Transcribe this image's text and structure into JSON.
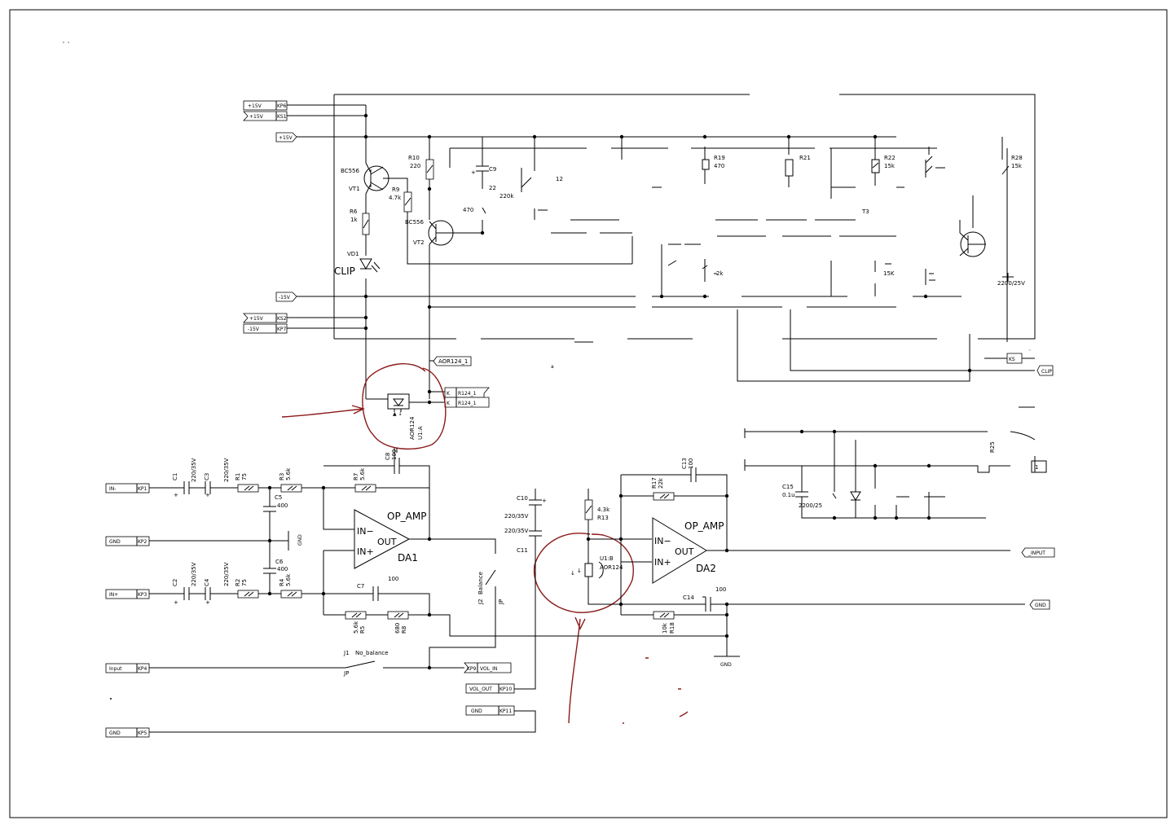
{
  "power_connectors": [
    {
      "net": "+15V",
      "ref": "KP6"
    },
    {
      "net": "+15V",
      "ref": "KS1"
    },
    {
      "net": "+15V",
      "ref": ""
    },
    {
      "net": "-15V",
      "ref": ""
    },
    {
      "net": "+15V",
      "ref": "KS2"
    },
    {
      "net": "-15V",
      "ref": "KP7"
    }
  ],
  "input_connectors": [
    {
      "net": "IN-",
      "ref": "KP1"
    },
    {
      "net": "GND",
      "ref": "KP2"
    },
    {
      "net": "IN+",
      "ref": "KP3"
    },
    {
      "net": "Input",
      "ref": "KP4"
    },
    {
      "net": "GND",
      "ref": "KP5"
    }
  ],
  "vol_connectors": [
    {
      "net": "VOL_IN",
      "ref": "KP9"
    },
    {
      "net": "VOL_OUT",
      "ref": "KP10"
    },
    {
      "net": "GND",
      "ref": "KP11"
    }
  ],
  "transistors": [
    {
      "ref": "VT1",
      "part": "BC556"
    },
    {
      "ref": "VT2",
      "part": "BC556"
    }
  ],
  "led": {
    "ref": "VD1",
    "label": "CLIP"
  },
  "resistors": [
    {
      "ref": "R10",
      "value": "220"
    },
    {
      "ref": "R6",
      "value": "1k"
    },
    {
      "ref": "R9",
      "value": "4.7k"
    },
    {
      "ref": "R19",
      "value": "470"
    },
    {
      "ref": "R21",
      "value": ""
    },
    {
      "ref": "R22",
      "value": "15k"
    },
    {
      "ref": "R28",
      "value": "15k"
    },
    {
      "ref": "R1",
      "value": "75"
    },
    {
      "ref": "R3",
      "value": "5.6k"
    },
    {
      "ref": "R7",
      "value": "5.6k"
    },
    {
      "ref": "R2",
      "value": "75"
    },
    {
      "ref": "R4",
      "value": "5.6k"
    },
    {
      "ref": "R5",
      "value": "5.6k"
    },
    {
      "ref": "R8",
      "value": "680"
    },
    {
      "ref": "R13",
      "value": "4.3k"
    },
    {
      "ref": "R17",
      "value": "22k"
    },
    {
      "ref": "R18",
      "value": "10k"
    },
    {
      "ref": "R25",
      "value": ""
    }
  ],
  "capacitors": [
    {
      "ref": "C9",
      "value": "22"
    },
    {
      "ref": "C1",
      "value": "220/35V"
    },
    {
      "ref": "C3",
      "value": "220/35V"
    },
    {
      "ref": "C5",
      "value": "400"
    },
    {
      "ref": "C6",
      "value": "400"
    },
    {
      "ref": "C2",
      "value": "220/35V"
    },
    {
      "ref": "C4",
      "value": "220/35V"
    },
    {
      "ref": "C7",
      "value": "100"
    },
    {
      "ref": "C8",
      "value": "100"
    },
    {
      "ref": "C10",
      "value": "220/35V"
    },
    {
      "ref": "C11",
      "value": "220/35V"
    },
    {
      "ref": "C13",
      "value": "100"
    },
    {
      "ref": "C14",
      "value": "100"
    },
    {
      "ref": "C15",
      "value": "0.1u"
    }
  ],
  "partial_labels": {
    "cap_2200": "2200/25V",
    "cap_2200b": "2200/25",
    "r15k_low": "15K",
    "r470": "470",
    "r220k": "220k",
    "r12": "12",
    "r2k": "2k",
    "vt3": "T3"
  },
  "opamps": [
    {
      "ref": "DA1",
      "type": "OP_AMP",
      "in_minus": "IN−",
      "in_plus": "IN+",
      "out": "OUT"
    },
    {
      "ref": "DA2",
      "type": "OP_AMP",
      "in_minus": "IN−",
      "in_plus": "IN+",
      "out": "OUT"
    }
  ],
  "optocouplers": [
    {
      "ref": "U1:A",
      "part": "AOR124"
    },
    {
      "ref": "U1:B",
      "part": "AOR124"
    }
  ],
  "net_labels": {
    "aor_top": "AOR124_1",
    "k_top": "R124_1",
    "k_bottom": "R124_1",
    "k_top_pin": "K",
    "k_bottom_pin": "K",
    "gnd_mid": "GND",
    "gnd_bottom": "GND",
    "out_input": "_INPUT",
    "out_gnd": "GND",
    "clip_out": "CLIP",
    "clip_pin": "KS",
    "j1": "J1",
    "j1_name": "No_balance",
    "j1_type": "JP",
    "j2": "J2",
    "j2_name": "Balance",
    "j2_type": "JP"
  }
}
